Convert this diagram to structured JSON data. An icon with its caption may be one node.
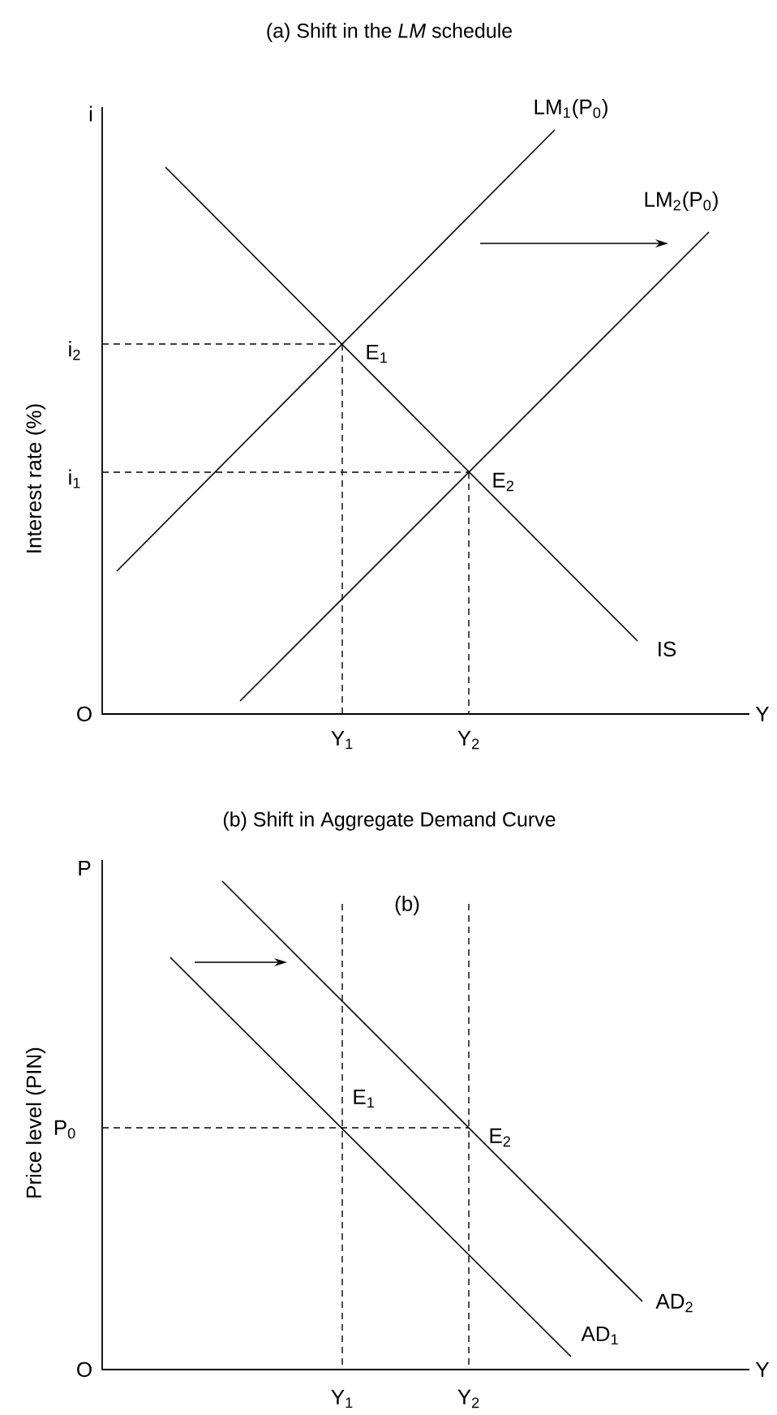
{
  "diagram": {
    "labels": [
      "(a) Shift in the *LM* schedule",
      "i",
      "LM$_{1}$(P$_{0}$)",
      "LM$_{2}$(P$_{0}$)",
      "i$_{2}$",
      "E$_{1}$",
      "Interest rate (%)",
      "i$_{1}$",
      "E$_{2}$",
      "IS",
      "O",
      "Y",
      "Y$_{1}$",
      "Y$_{2}$",
      "(b) Shift in Aggregate Demand Curve",
      "P",
      "(b)",
      "Price level (PIN)",
      "E$_{1}$",
      "P$_{0}$",
      "E$_{2}$",
      "AD$_{2}$",
      "AD$_{1}$",
      "O",
      "Y",
      "Y$_{1}$",
      "Y$_{2}$"
    ]
  }
}
